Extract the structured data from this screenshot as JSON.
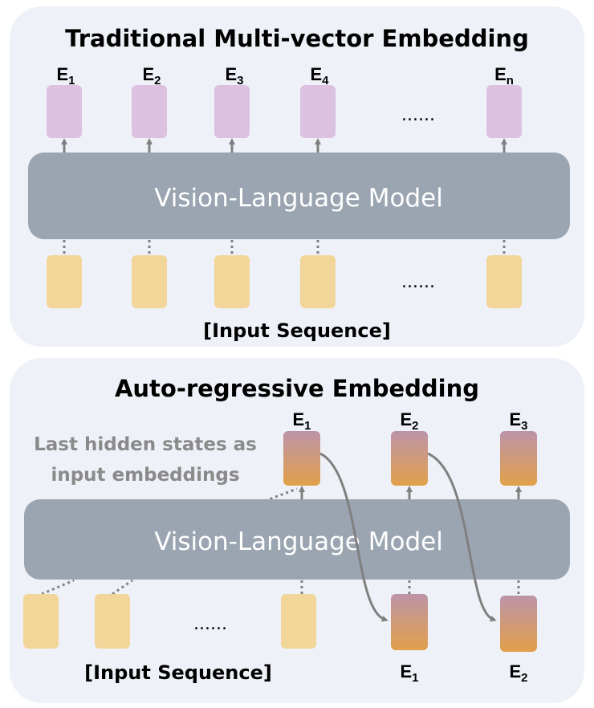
{
  "top_panel": {
    "title": "Traditional Multi-vector Embedding",
    "model_label": "Vision-Language Model",
    "outputs": [
      {
        "base": "E",
        "sub": "1"
      },
      {
        "base": "E",
        "sub": "2"
      },
      {
        "base": "E",
        "sub": "3"
      },
      {
        "base": "E",
        "sub": "4"
      },
      {
        "base": "E",
        "sub": "n"
      }
    ],
    "output_ellipsis": "......",
    "input_ellipsis": "......",
    "input_label": "[Input Sequence]"
  },
  "bottom_panel": {
    "title": "Auto-regressive Embedding",
    "model_label": "Vision-Language Model",
    "note_line1": "Last hidden states as",
    "note_line2": "input embeddings",
    "outputs": [
      {
        "base": "E",
        "sub": "1"
      },
      {
        "base": "E",
        "sub": "2"
      },
      {
        "base": "E",
        "sub": "3"
      }
    ],
    "fed_inputs": [
      {
        "base": "E",
        "sub": "1"
      },
      {
        "base": "E",
        "sub": "2"
      }
    ],
    "input_ellipsis": "......",
    "input_label": "[Input Sequence]"
  },
  "colors": {
    "panel_bg": "#eef1f7",
    "model_bg": "#9aa5b1",
    "output_token": "#dcc1e0",
    "input_token": "#f2d598",
    "gradient_top": "#bc94a8",
    "gradient_bottom": "#e2a04a",
    "arrow": "#808080"
  }
}
